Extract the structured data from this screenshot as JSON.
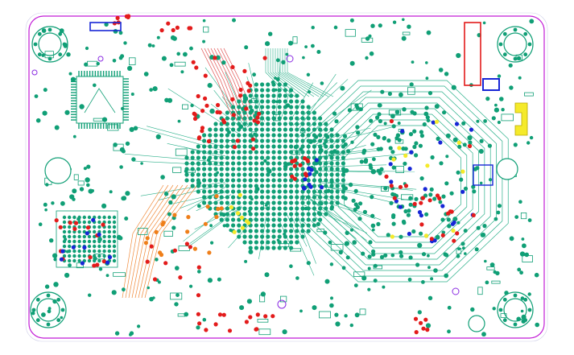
{
  "viewer": {
    "palette": {
      "background": "#ffffff",
      "outline": "#c21bd6",
      "copper": "#109f76",
      "trace": "#2bb08a",
      "via_red": "#e31b1b",
      "via_blue": "#1726d6",
      "via_yellow": "#f5ea2a",
      "via_orange": "#ef7f1a",
      "trace_orange": "#f08a3a",
      "trace_red": "#e15050",
      "keepout": "#8a2be2"
    },
    "components": [
      {
        "name": "mounting-hole-top-left"
      },
      {
        "name": "mounting-hole-top-right"
      },
      {
        "name": "mounting-hole-bottom-left"
      },
      {
        "name": "mounting-hole-bottom-right"
      },
      {
        "name": "tooling-hole-left"
      },
      {
        "name": "tooling-hole-right"
      },
      {
        "name": "qfp-processor"
      },
      {
        "name": "bga-main-array"
      },
      {
        "name": "bga-sub-array"
      },
      {
        "name": "octagonal-bga-zone"
      },
      {
        "name": "connector-red-top-right"
      },
      {
        "name": "yellow-pad-right"
      }
    ]
  }
}
